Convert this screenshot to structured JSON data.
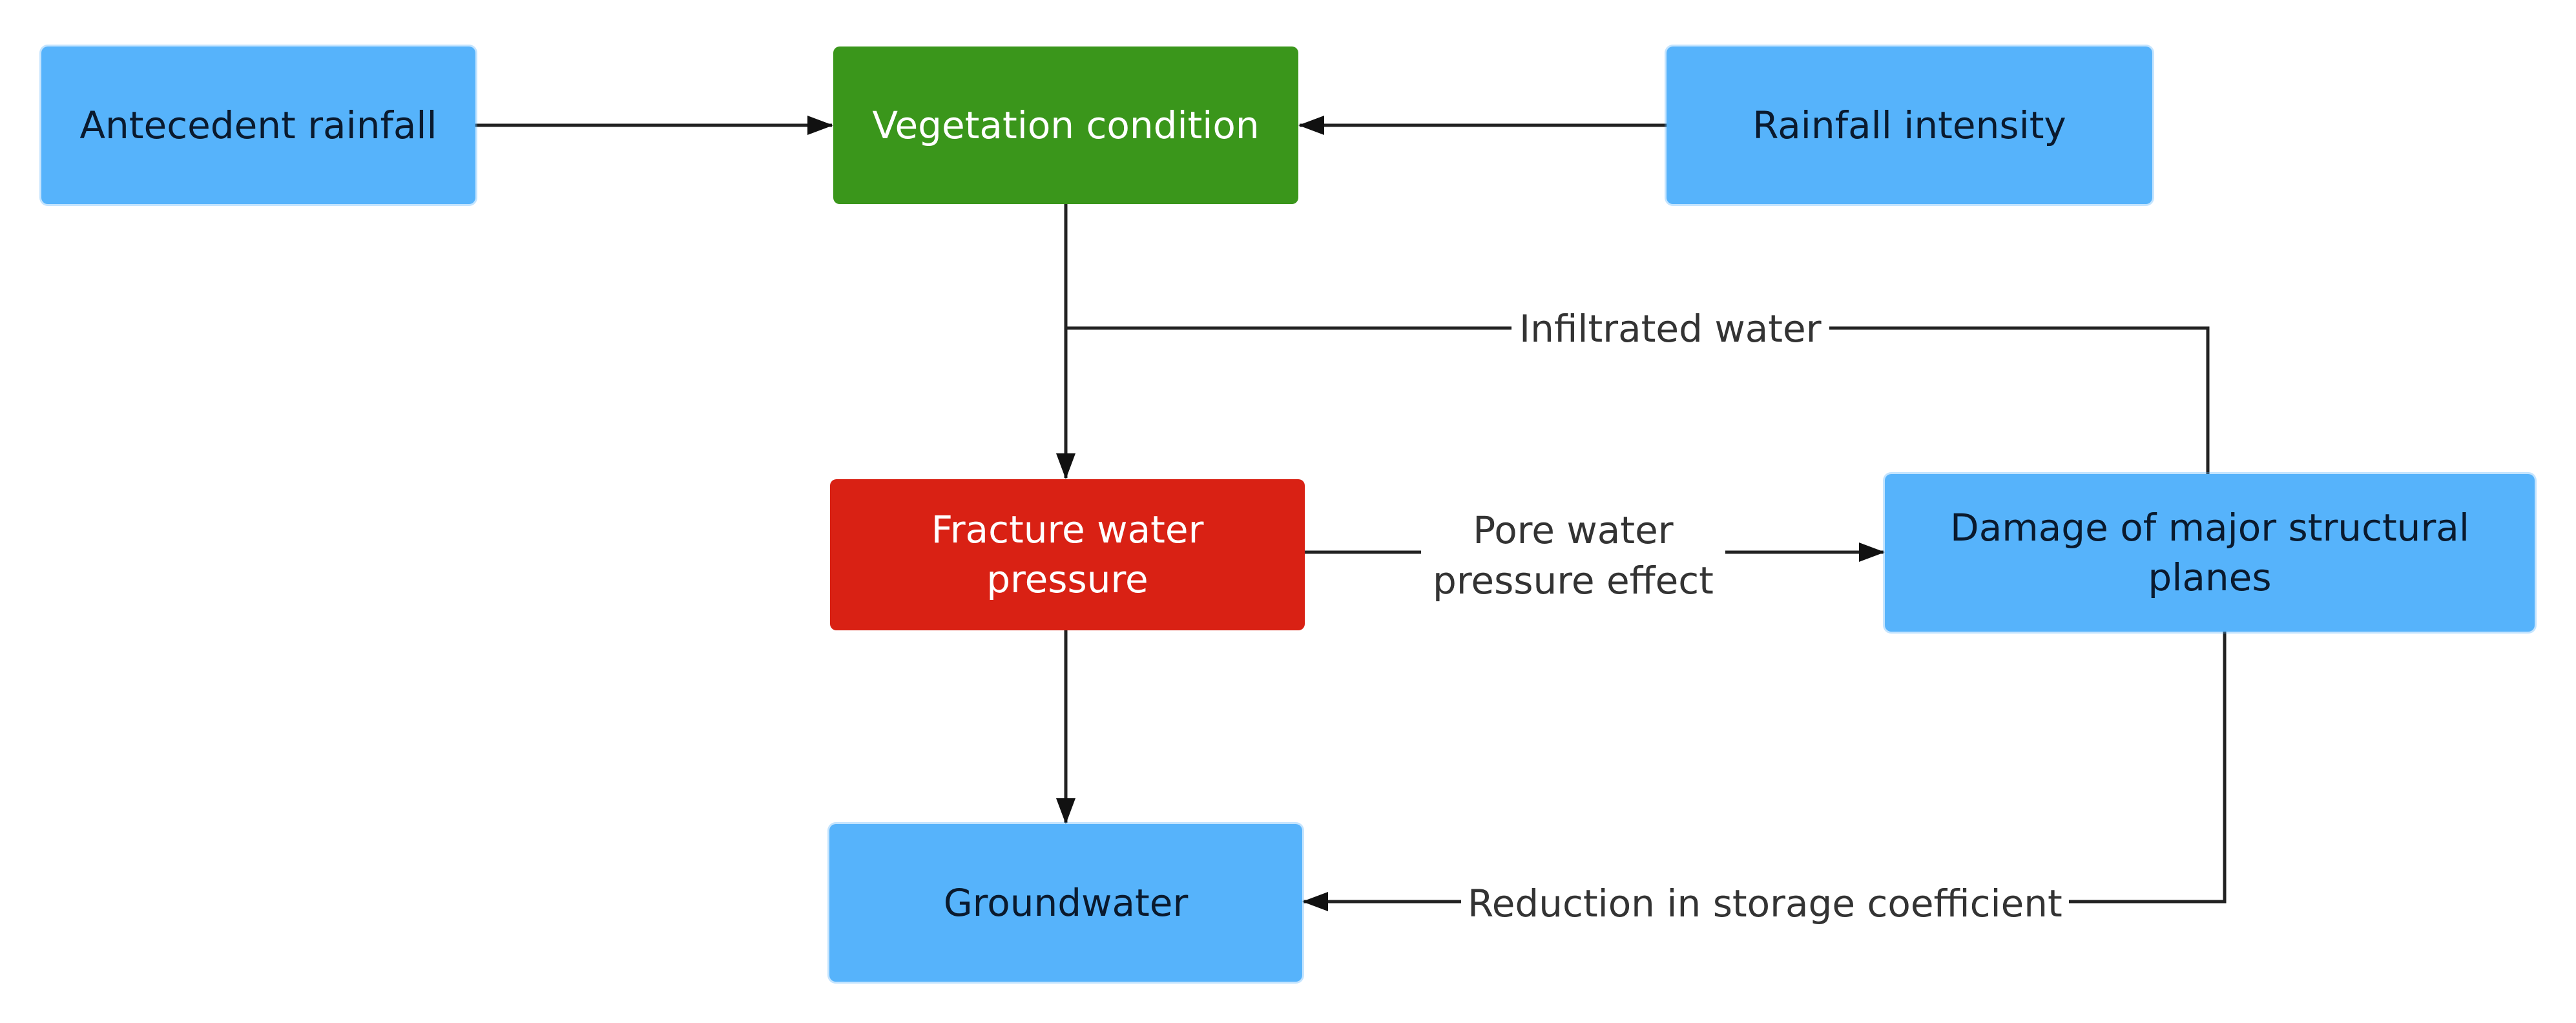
{
  "diagram": {
    "nodes": {
      "antecedent_rainfall": {
        "label": "Antecedent rainfall",
        "color": "#56b3fb"
      },
      "vegetation_condition": {
        "label": "Vegetation condition",
        "color": "#3a961b"
      },
      "rainfall_intensity": {
        "label": "Rainfall intensity",
        "color": "#56b3fb"
      },
      "fracture_water_pressure": {
        "label_line1": "Fracture water",
        "label_line2": "pressure",
        "color": "#d92114"
      },
      "damage_structural_planes": {
        "label_line1": "Damage of major structural",
        "label_line2": "planes",
        "color": "#56b3fb"
      },
      "groundwater": {
        "label": "Groundwater",
        "color": "#56b3fb"
      }
    },
    "edge_labels": {
      "infiltrated_water": "Infiltrated water",
      "pore_water_line1": "Pore water",
      "pore_water_line2": "pressure effect",
      "reduction_storage": "Reduction in storage coefficient"
    },
    "edges": [
      {
        "from": "antecedent_rainfall",
        "to": "vegetation_condition"
      },
      {
        "from": "rainfall_intensity",
        "to": "vegetation_condition"
      },
      {
        "from": "vegetation_condition",
        "to": "fracture_water_pressure"
      },
      {
        "from": "damage_structural_planes",
        "to": "fracture_water_pressure",
        "label": "Infiltrated water"
      },
      {
        "from": "fracture_water_pressure",
        "to": "damage_structural_planes",
        "label": "Pore water pressure effect"
      },
      {
        "from": "fracture_water_pressure",
        "to": "groundwater"
      },
      {
        "from": "damage_structural_planes",
        "to": "groundwater",
        "label": "Reduction in storage coefficient"
      }
    ]
  }
}
